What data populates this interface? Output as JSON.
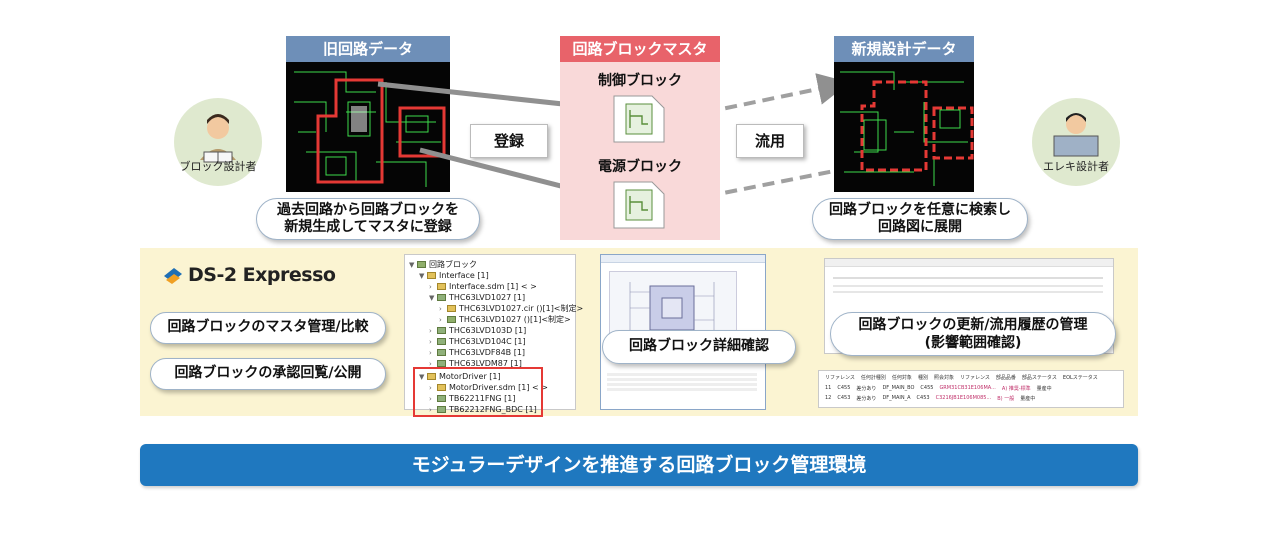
{
  "header_old": "旧回路データ",
  "header_master": "回路ブロックマスタ",
  "header_new": "新規設計データ",
  "master_blocks": [
    "制御ブロック",
    "電源ブロック"
  ],
  "register_button": "登録",
  "reuse_button": "流用",
  "person_left": "ブロック設計者",
  "person_right": "エレキ設計者",
  "callout_left": [
    "過去回路から回路ブロックを",
    "新規生成してマスタに登録"
  ],
  "callout_right": [
    "回路ブロックを任意に検索し",
    "回路図に展開"
  ],
  "product_name": "DS-2 Expresso",
  "features": [
    "回路ブロックのマスタ管理/比較",
    "回路ブロックの承認回覧/公開",
    "回路ブロック詳細確認",
    "回路ブロックの更新/流用履歴の管理",
    "(影響範囲確認)"
  ],
  "tree": {
    "items": [
      {
        "label": "回路ブロック",
        "indent": 0,
        "icon": "folder-icon"
      },
      {
        "label": "Interface [1]",
        "indent": 1,
        "icon": "folder-icon"
      },
      {
        "label": "Interface.sdm [1] < >",
        "indent": 2,
        "icon": "module-icon"
      },
      {
        "label": "THC63LVD1027 [1]",
        "indent": 2,
        "icon": "block-icon"
      },
      {
        "label": "THC63LVD1027.cir ()[1]<制定>",
        "indent": 3,
        "icon": "circuit-icon"
      },
      {
        "label": "THC63LVD1027 ()[1]<制定>",
        "indent": 3,
        "icon": "circuit-icon"
      },
      {
        "label": "THC63LVD103D [1]",
        "indent": 2,
        "icon": "block-icon"
      },
      {
        "label": "THC63LVD104C [1]",
        "indent": 2,
        "icon": "block-icon"
      },
      {
        "label": "THC63LVDF84B [1]",
        "indent": 2,
        "icon": "block-icon"
      },
      {
        "label": "THC63LVDM87 [1]",
        "indent": 2,
        "icon": "block-icon"
      },
      {
        "label": "MotorDriver [1]",
        "indent": 1,
        "icon": "folder-icon"
      },
      {
        "label": "MotorDriver.sdm [1] < >",
        "indent": 2,
        "icon": "module-icon"
      },
      {
        "label": "TB62211FNG [1]",
        "indent": 2,
        "icon": "block-icon"
      },
      {
        "label": "TB62212FNG_BDC [1]",
        "indent": 2,
        "icon": "block-icon"
      }
    ]
  },
  "history_table": {
    "headers": [
      "リファレンス",
      "任何計種別",
      "任何対象",
      "種別",
      "照会対象",
      "リファレンス",
      "部品品番",
      "部品ステータス",
      "EOLステータス"
    ],
    "rows": [
      {
        "num": "11",
        "ref": "C455",
        "kind": "差分あり",
        "target": "DF_MAIN_BO",
        "ref2": "C455",
        "part": "GRM31CB31E106MA...",
        "status": "A) 推奨-標準",
        "eol": "量産中"
      },
      {
        "num": "12",
        "ref": "C453",
        "kind": "差分あり",
        "target": "DF_MAIN_A",
        "ref2": "C453",
        "part": "C3216JB1E106M085...",
        "status": "B) 一般",
        "eol": "量産中"
      }
    ]
  },
  "banner": "モジュラーデザインを推進する回路ブロック管理環境",
  "colors": {
    "header_blue": "#6e8fb8",
    "header_red": "#e8636a",
    "master_bg": "#f9d9d9",
    "panel_bg": "#fbf4d2",
    "banner_blue": "#1f78bf",
    "highlight_red": "#e53935"
  }
}
